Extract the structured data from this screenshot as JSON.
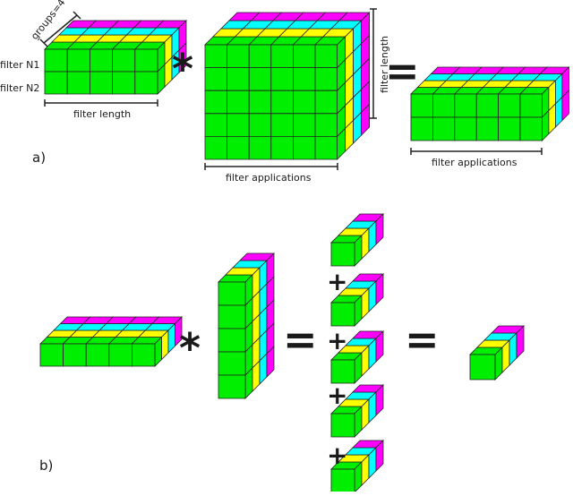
{
  "colors": {
    "front": "#00ee00",
    "yellow": "#ffff00",
    "cyan": "#00ffff",
    "magenta": "#ff00ff",
    "stroke": "#222222"
  },
  "labels": {
    "groups": "groups=4",
    "filter_n1": "filter N1",
    "filter_n2": "filter N2",
    "filter_length_a": "filter length",
    "filter_length_v": "filter length",
    "filter_applications_1": "filter applications",
    "filter_applications_2": "filter applications",
    "part_a": "a)",
    "part_b": "b)"
  },
  "operators": {
    "star": "*",
    "equals": "=",
    "plus": "+"
  }
}
